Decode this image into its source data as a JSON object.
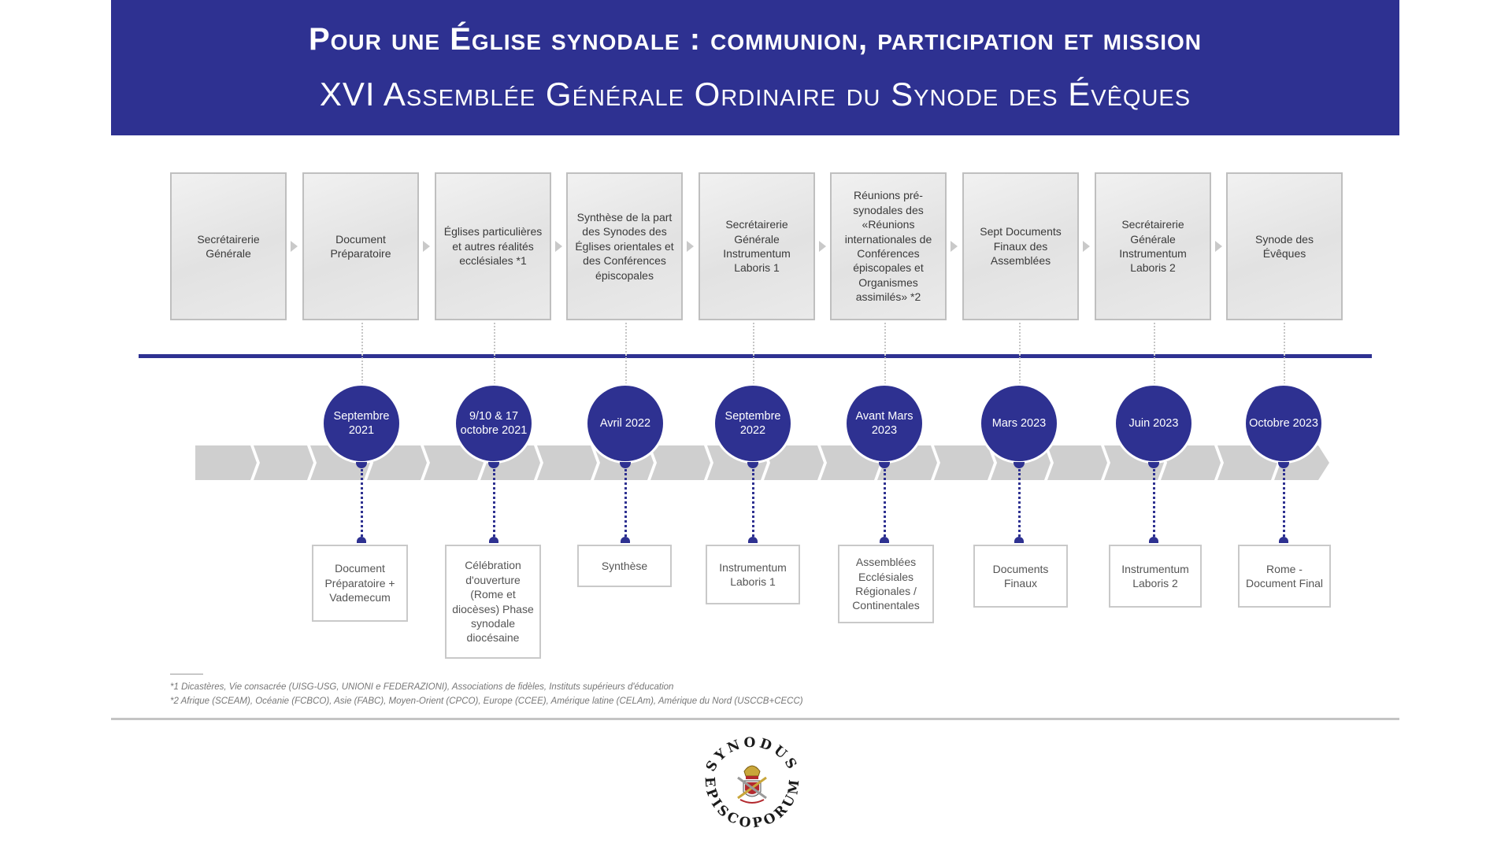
{
  "header": {
    "title": "Pour une Église synodale : communion, participation et mission",
    "subtitle": "XVI Assemblée Générale Ordinaire du Synode des Évêques"
  },
  "stages": [
    {
      "label": "Secrétairerie Générale"
    },
    {
      "label": "Document Préparatoire"
    },
    {
      "label": "Églises particulières et autres réalités ecclésiales *1"
    },
    {
      "label": "Synthèse de la part des Synodes des Églises orientales et des Conférences épiscopales"
    },
    {
      "label": "Secrétairerie Générale Instrumentum Laboris 1"
    },
    {
      "label": "Réunions pré-synodales des «Réunions internationales de Conférences épiscopales et Organismes assimilés» *2"
    },
    {
      "label": "Sept Documents Finaux des Assemblées"
    },
    {
      "label": "Secrétairerie Générale Instrumentum Laboris 2"
    },
    {
      "label": "Synode des Évêques"
    }
  ],
  "milestones": [
    {
      "date": "Septembre 2021",
      "output": "Document Préparatoire + Vademecum"
    },
    {
      "date": "9/10 & 17 octobre 2021",
      "output": "Célébration d'ouverture (Rome et diocèses) Phase synodale diocésaine"
    },
    {
      "date": "Avril 2022",
      "output": "Synthèse"
    },
    {
      "date": "Septembre 2022",
      "output": "Instrumentum Laboris 1"
    },
    {
      "date": "Avant Mars 2023",
      "output": "Assemblées Ecclésiales Régionales / Continentales"
    },
    {
      "date": "Mars 2023",
      "output": "Documents Finaux"
    },
    {
      "date": "Juin 2023",
      "output": "Instrumentum Laboris 2"
    },
    {
      "date": "Octobre 2023",
      "output": "Rome - Document Final"
    }
  ],
  "footnotes": {
    "note1": "*1 Dicastères, Vie consacrée (UISG-USG, UNIONI e FEDERAZIONI), Associations de fidèles, Instituts supérieurs d'éducation",
    "note2": "*2 Afrique (SCEAM), Océanie (FCBCO), Asie (FABC), Moyen-Orient (CPCO), Europe (CCEE), Amérique latine (CELAm), Amérique du Nord (USCCB+CECC)"
  },
  "logo": {
    "text_top": "SYNODUS",
    "text_bottom": "EPISCOPORUM"
  },
  "colors": {
    "primary": "#2e3191",
    "arrow_band": "#cfcfcf",
    "box_border": "#c9c9c9"
  }
}
